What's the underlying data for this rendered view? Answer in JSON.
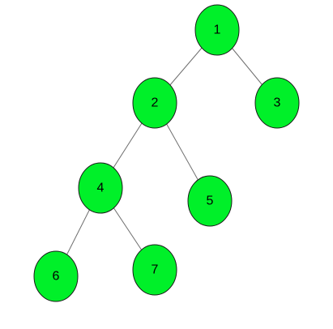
{
  "diagram": {
    "type": "binary-tree",
    "node_color": "#00f029",
    "edge_color": "#6e6e6e",
    "nodes": [
      {
        "id": "1",
        "label": "1"
      },
      {
        "id": "2",
        "label": "2"
      },
      {
        "id": "3",
        "label": "3"
      },
      {
        "id": "4",
        "label": "4"
      },
      {
        "id": "5",
        "label": "5"
      },
      {
        "id": "6",
        "label": "6"
      },
      {
        "id": "7",
        "label": "7"
      }
    ],
    "edges": [
      {
        "from": "1",
        "to": "2"
      },
      {
        "from": "1",
        "to": "3"
      },
      {
        "from": "2",
        "to": "4"
      },
      {
        "from": "2",
        "to": "5"
      },
      {
        "from": "4",
        "to": "6"
      },
      {
        "from": "4",
        "to": "7"
      }
    ]
  }
}
